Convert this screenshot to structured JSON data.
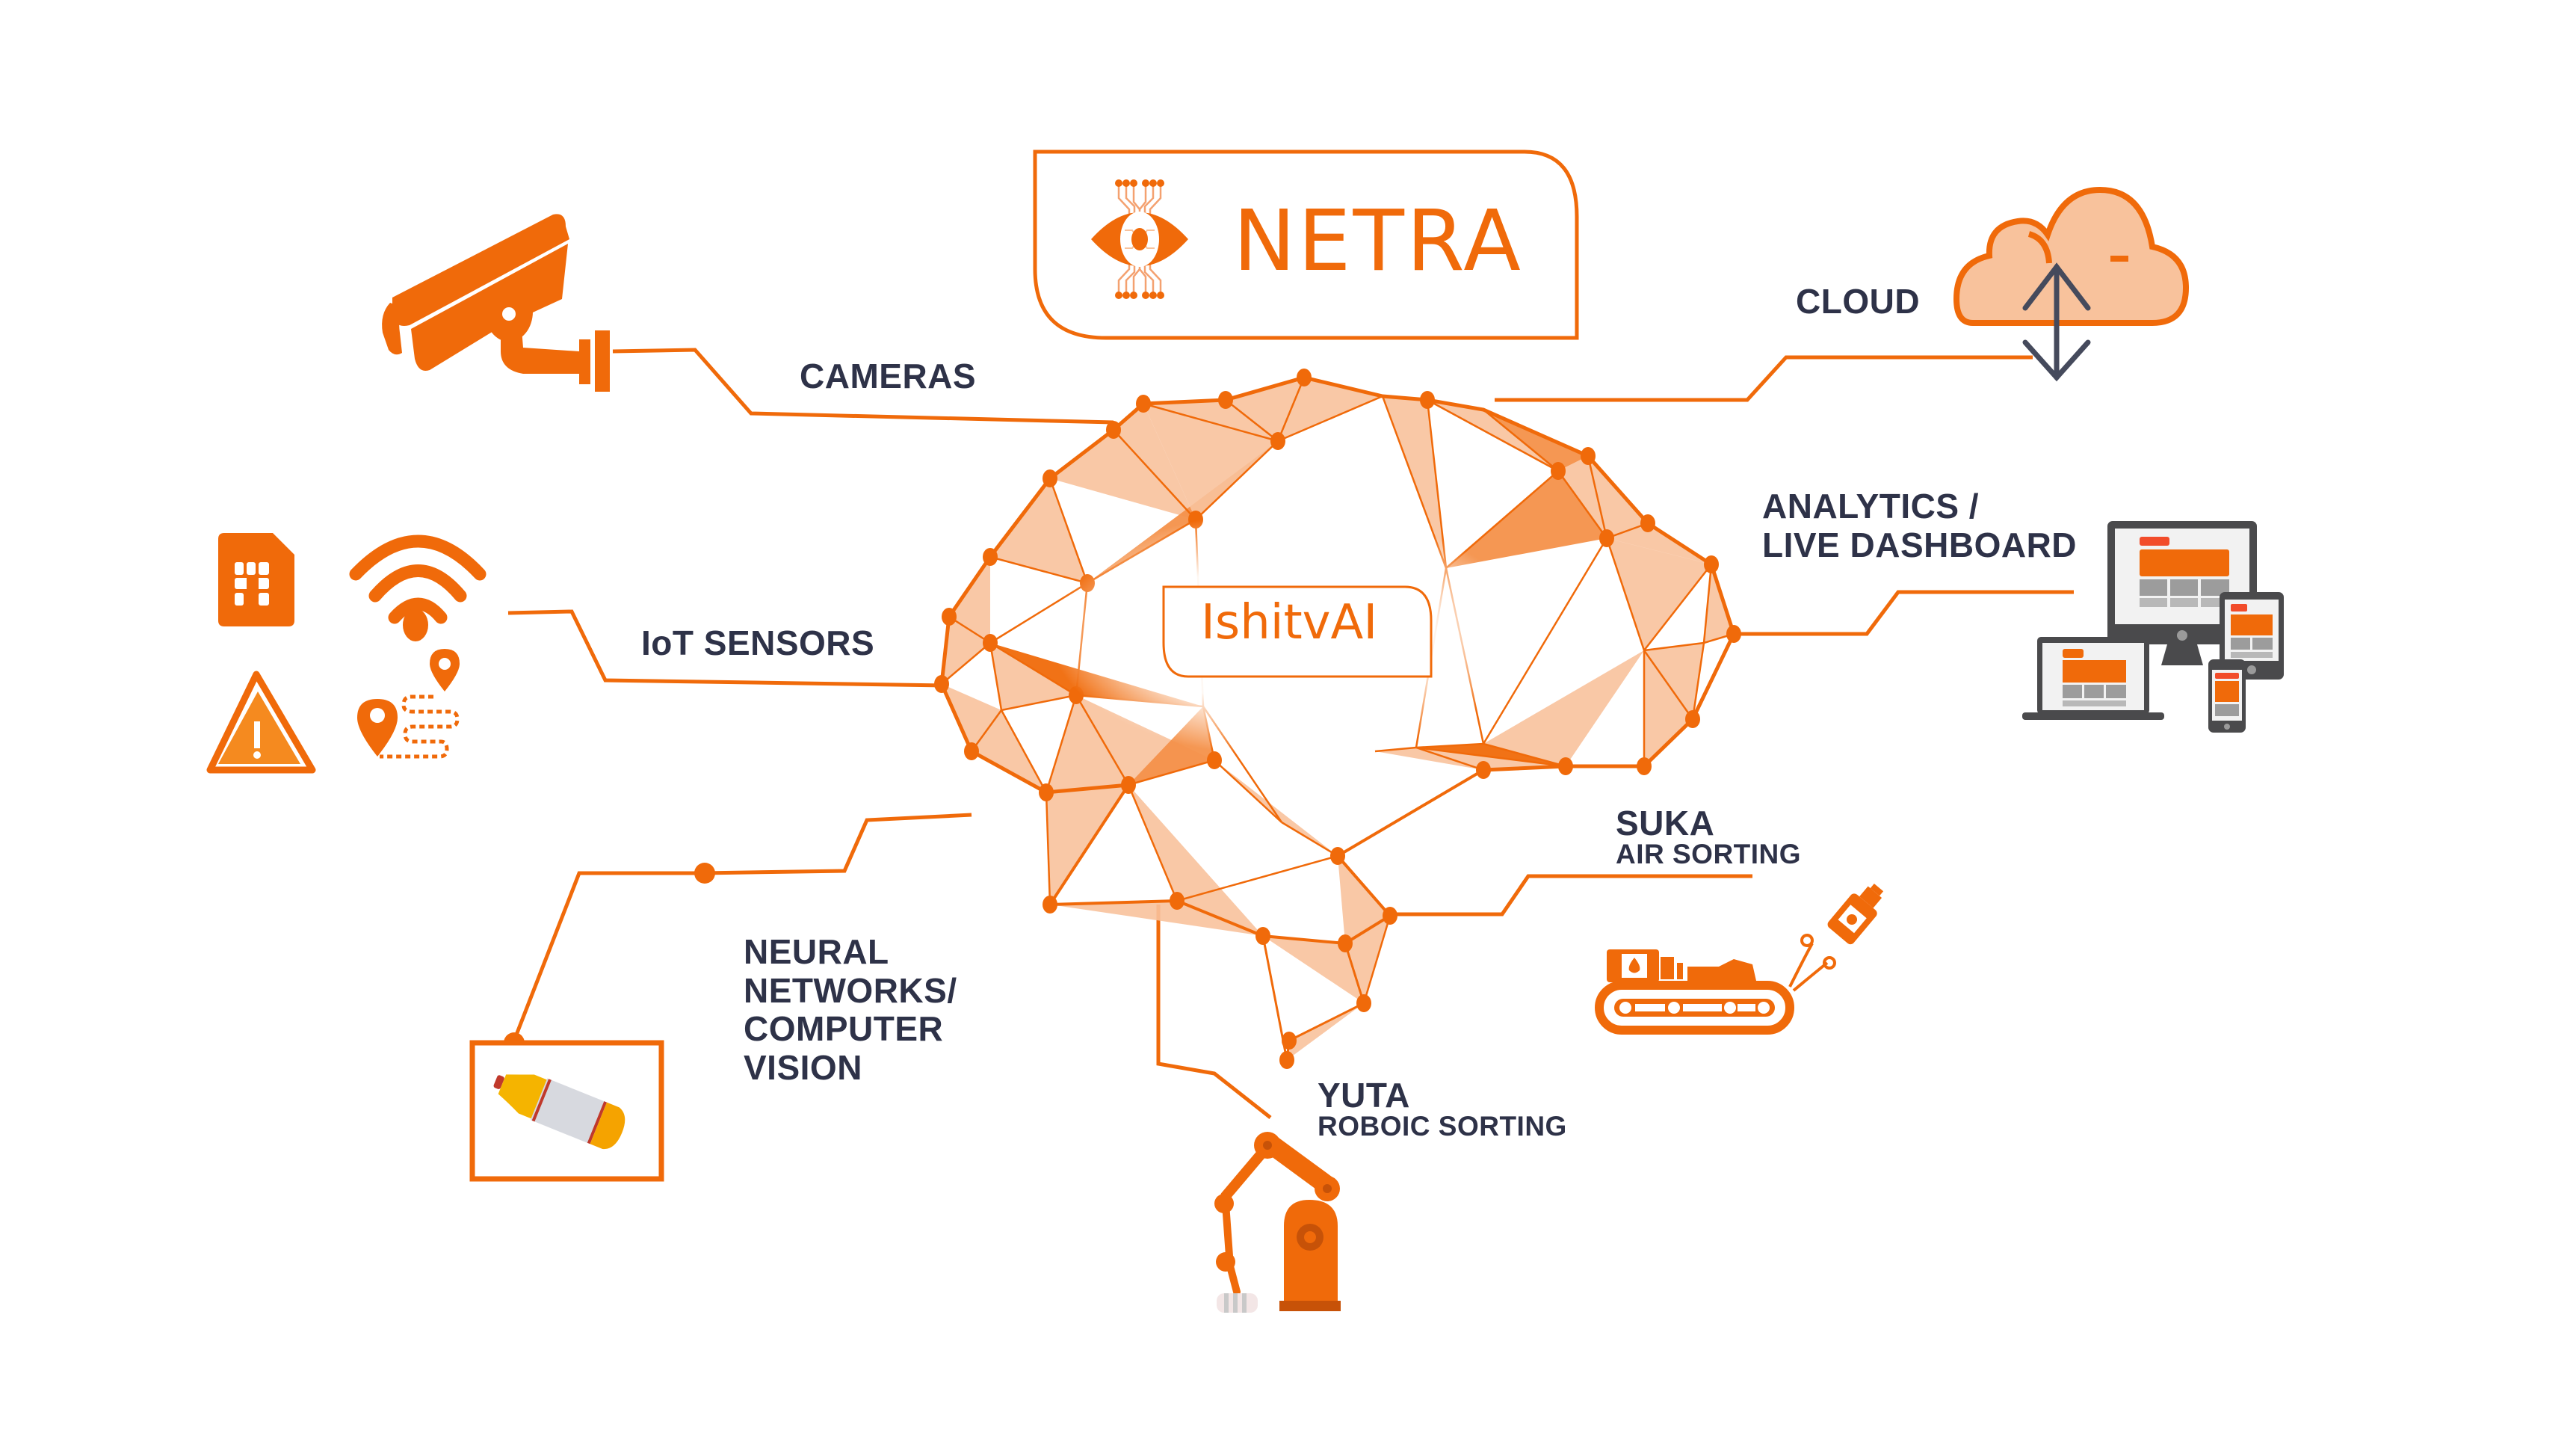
{
  "colors": {
    "accent": "#f06a0a",
    "accent_mid": "#f4914a",
    "accent_light": "#f8c29c",
    "text_dark": "#2e3248",
    "device_gray": "#4a4a4c"
  },
  "center": {
    "product": "NETRA",
    "product_icon": "circuit-eye-icon",
    "engine": "IshitvAI",
    "engine_graphic": "polygon-brain-mesh"
  },
  "components": {
    "cameras": {
      "label": "CAMERAS",
      "icon": "cctv-camera-icon"
    },
    "iot_sensors": {
      "label": "IoT SENSORS",
      "icons": [
        "sim-card-icon",
        "wifi-icon",
        "warning-triangle-icon",
        "location-route-icon"
      ]
    },
    "neural_networks": {
      "lines": [
        "NEURAL",
        "NETWORKS/",
        "COMPUTER",
        "VISION"
      ],
      "icon": "detected-bottle-icon"
    },
    "cloud": {
      "label": "CLOUD",
      "icon": "cloud-sync-icon"
    },
    "analytics": {
      "lines": [
        "ANALYTICS /",
        "LIVE DASHBOARD"
      ],
      "icon": "responsive-devices-icon"
    },
    "suka": {
      "title": "SUKA",
      "subtitle": "AIR SORTING",
      "icon": "conveyor-air-jet-icon"
    },
    "yuta": {
      "title": "YUTA",
      "subtitle": "ROBOIC SORTING",
      "icon": "robotic-arm-icon"
    }
  }
}
